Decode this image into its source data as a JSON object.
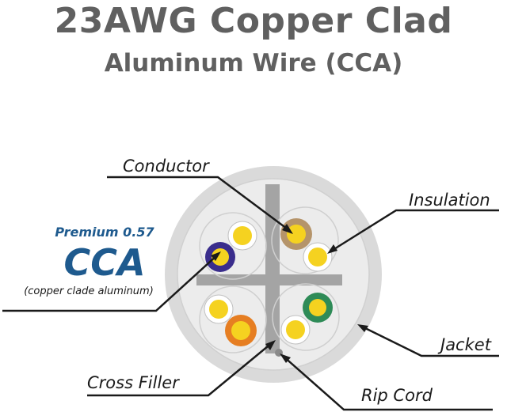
{
  "title": "23AWG Copper Clad",
  "subtitle": "Aluminum Wire (CCA)",
  "labels": {
    "conductor": "Conductor",
    "insulation": "Insulation",
    "jacket": "Jacket",
    "cross_filler": "Cross Filler",
    "rip_cord": "Rip Cord"
  },
  "badge": {
    "premium": "Premium 0.57",
    "cca": "CCA",
    "description": "(copper clade aluminum)"
  },
  "colors": {
    "accent_blue": "#1e5a8e",
    "jacket": "#dadada",
    "inner": "#ececec",
    "copper": "#f5d220",
    "brown": "#b5946a",
    "blue": "#3a2d8c",
    "orange": "#e67e22",
    "green": "#2e8b57"
  }
}
